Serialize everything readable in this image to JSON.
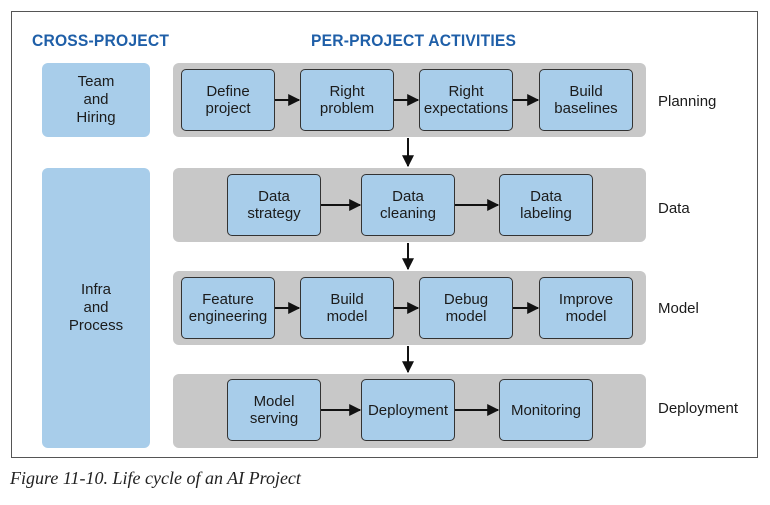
{
  "headings": {
    "cross_project": "CROSS-PROJECT",
    "per_project": "PER-PROJECT ACTIVITIES"
  },
  "cross_project": [
    "Team\nand\nHiring",
    "Infra\nand\nProcess"
  ],
  "stages": [
    {
      "label": "Planning",
      "steps": [
        "Define\nproject",
        "Right\nproblem",
        "Right\nexpectations",
        "Build\nbaselines"
      ]
    },
    {
      "label": "Data",
      "steps": [
        "Data\nstrategy",
        "Data\ncleaning",
        "Data\nlabeling"
      ]
    },
    {
      "label": "Model",
      "steps": [
        "Feature\nengineering",
        "Build\nmodel",
        "Debug\nmodel",
        "Improve\nmodel"
      ]
    },
    {
      "label": "Deployment",
      "steps": [
        "Model\nserving",
        "Deployment",
        "Monitoring"
      ]
    }
  ],
  "caption": "Figure 11-10. Life cycle of an AI Project"
}
